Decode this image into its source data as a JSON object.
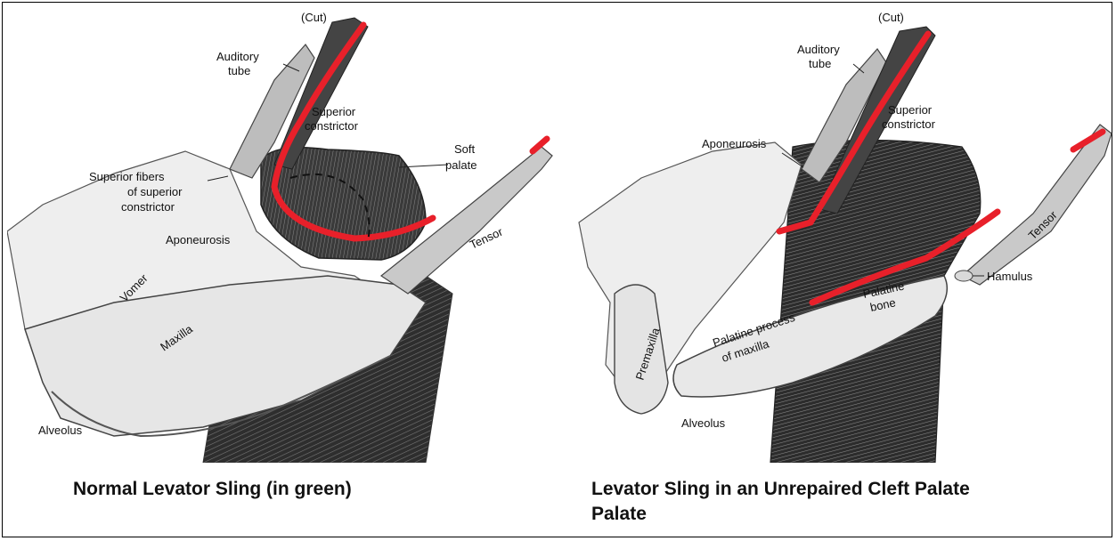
{
  "left_panel": {
    "caption": "Normal Levator Sling (in green)",
    "labels": {
      "cut": "(Cut)",
      "auditory_tube_1": "Auditory",
      "auditory_tube_2": "tube",
      "superior_constrictor_1": "Superior",
      "superior_constrictor_2": "constrictor",
      "soft_palate_1": "Soft",
      "soft_palate_2": "palate",
      "superior_fibers_1": "Superior fibers",
      "superior_fibers_2": "of superior",
      "superior_fibers_3": "constrictor",
      "aponeurosis": "Aponeurosis",
      "tensor": "Tensor",
      "vomer": "Vomer",
      "maxilla": "Maxilla",
      "alveolus": "Alveolus"
    }
  },
  "right_panel": {
    "caption_line1": "Levator Sling in an Unrepaired Cleft Palate",
    "caption_line2": "Palate",
    "labels": {
      "cut": "(Cut)",
      "auditory_tube_1": "Auditory",
      "auditory_tube_2": "tube",
      "superior_constrictor_1": "Superior",
      "superior_constrictor_2": "constrictor",
      "aponeurosis": "Aponeurosis",
      "tensor": "Tensor",
      "hamulus": "Hamulus",
      "palatine_bone_1": "Palatine",
      "palatine_bone_2": "bone",
      "palatine_process_1": "Palatine process",
      "palatine_process_2": "of maxilla",
      "premaxilla": "Premaxilla",
      "alveolus": "Alveolus"
    }
  },
  "colors": {
    "levator_sling": "#e8202a",
    "muscle_dark": "#3a3a3a",
    "bone_light": "#ececec",
    "outline": "#444444"
  }
}
